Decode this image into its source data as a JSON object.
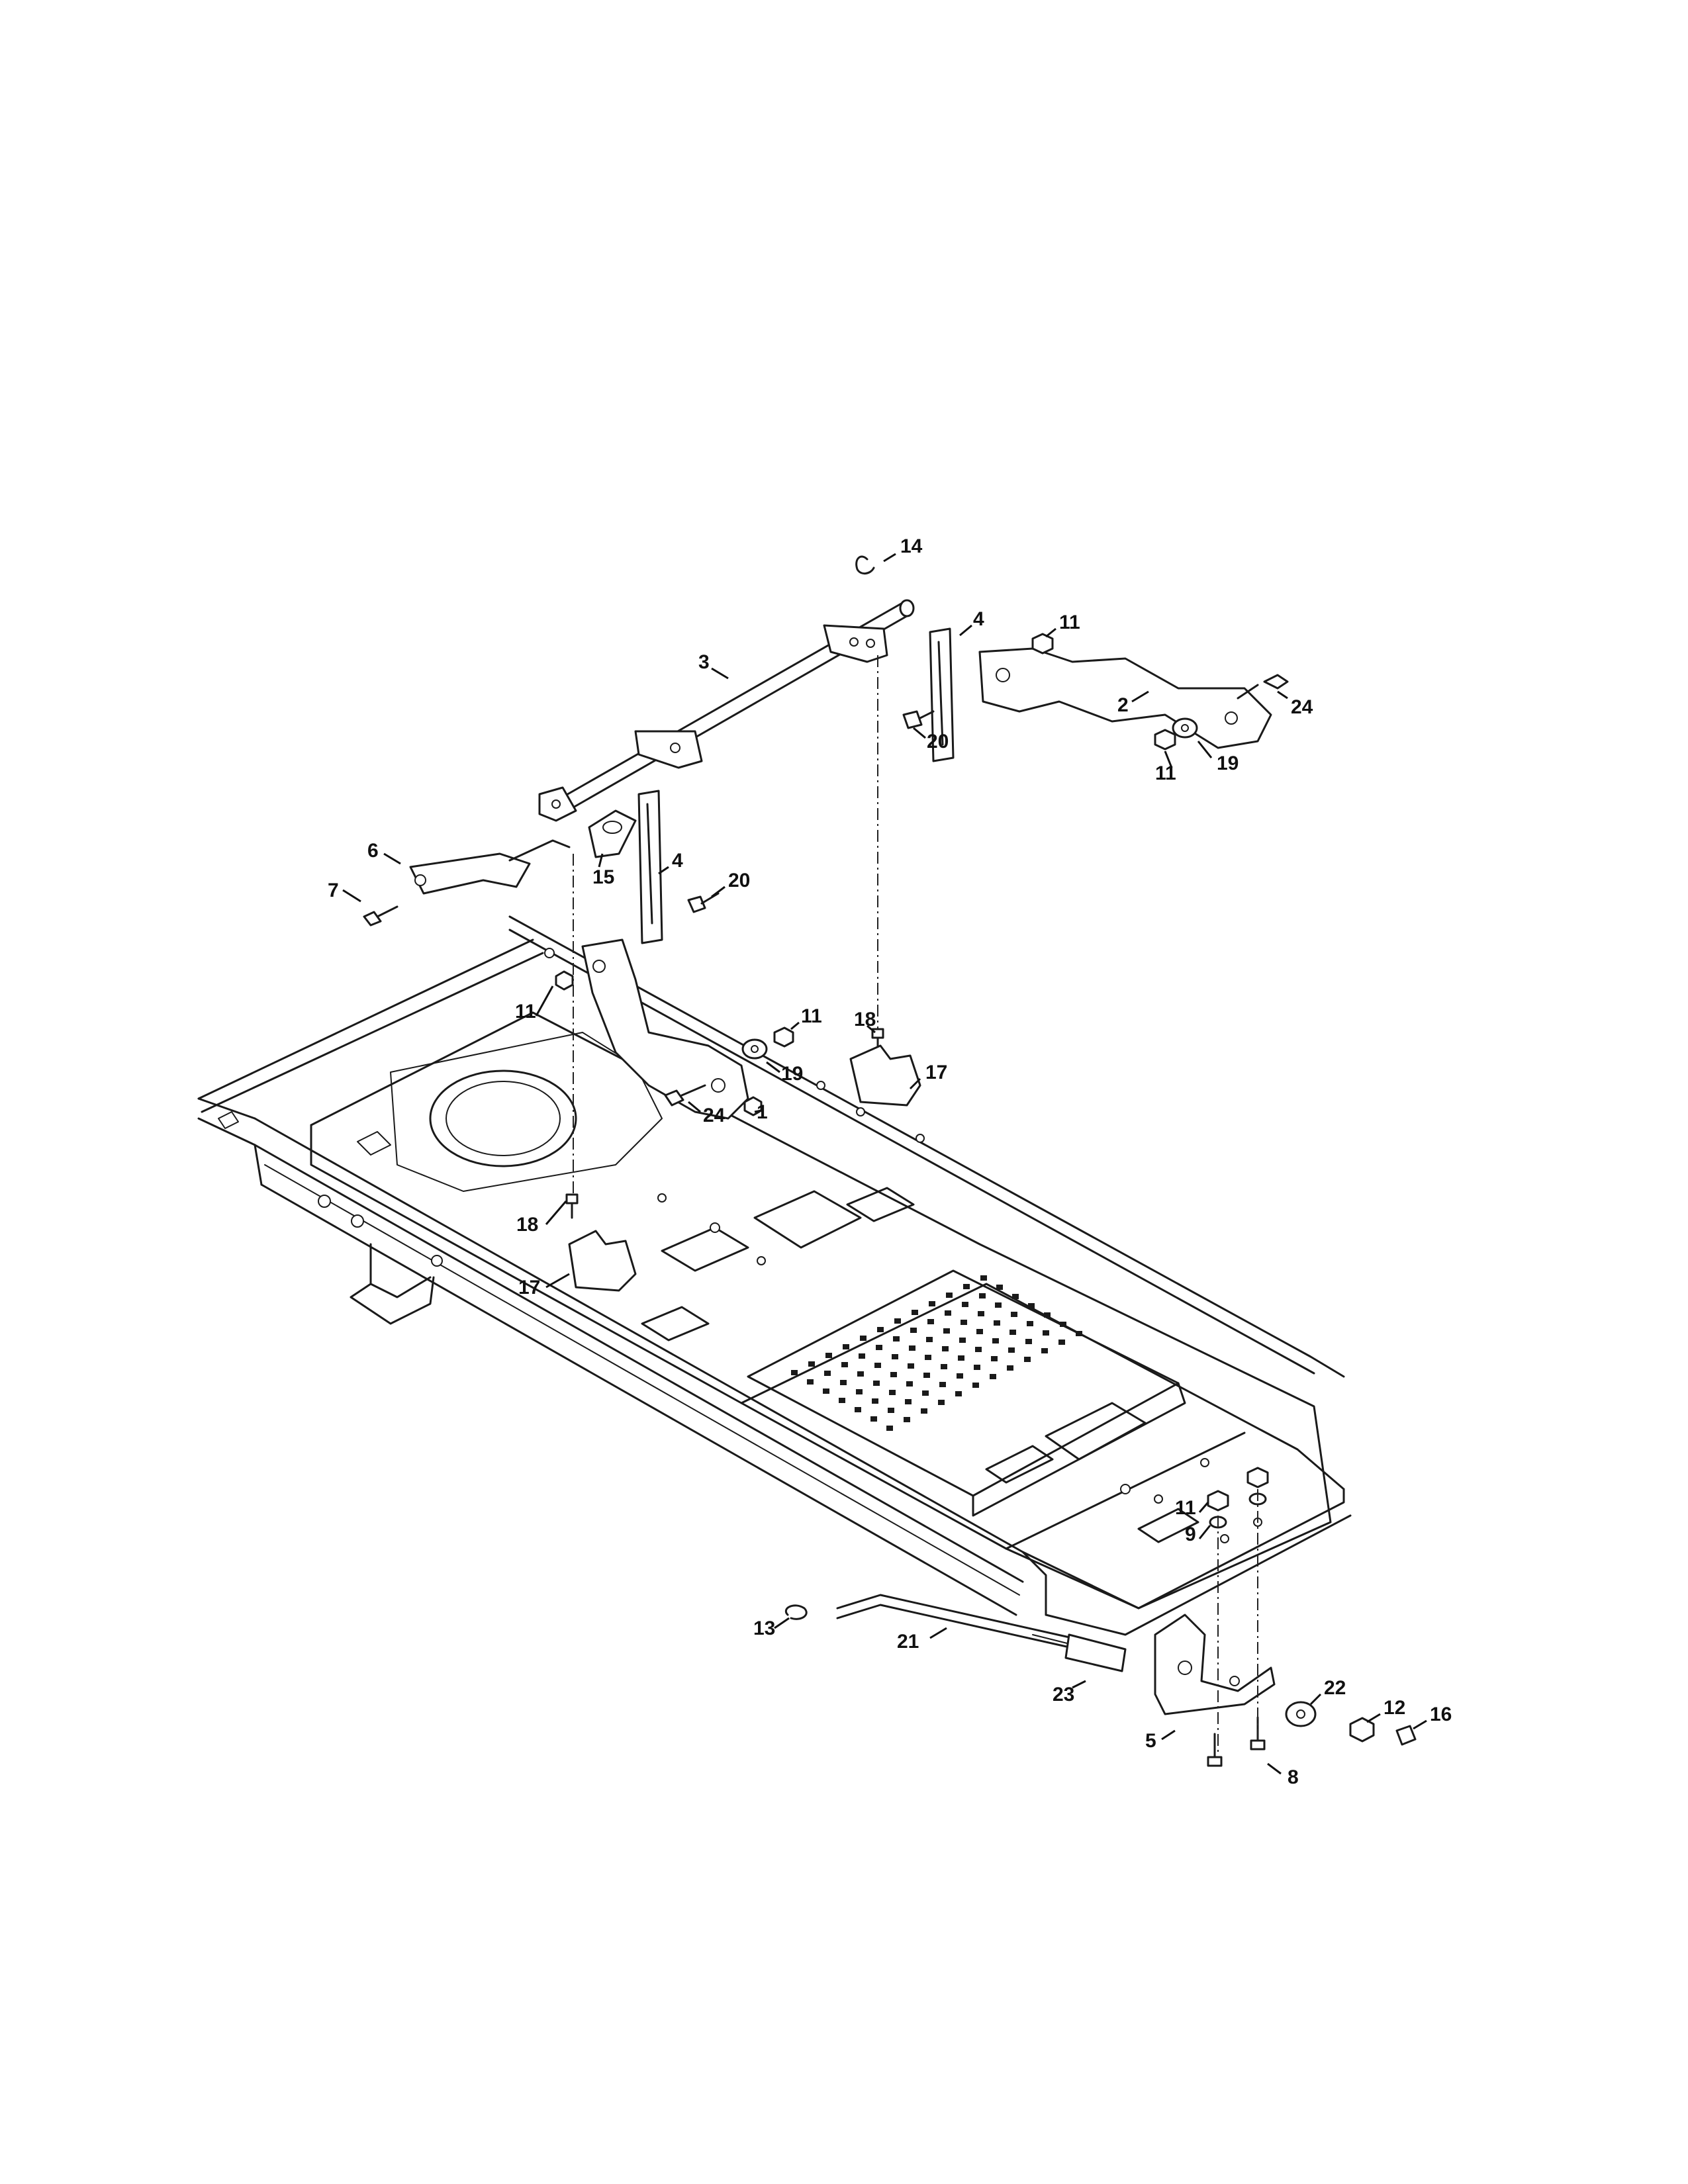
{
  "diagram": {
    "labels": [
      "14",
      "4",
      "11",
      "3",
      "2",
      "24",
      "20",
      "11",
      "19",
      "6",
      "15",
      "4",
      "20",
      "7",
      "11",
      "11",
      "18",
      "19",
      "17",
      "24",
      "1",
      "18",
      "17",
      "11",
      "9",
      "13",
      "21",
      "22",
      "12",
      "16",
      "23",
      "5",
      "8"
    ]
  }
}
